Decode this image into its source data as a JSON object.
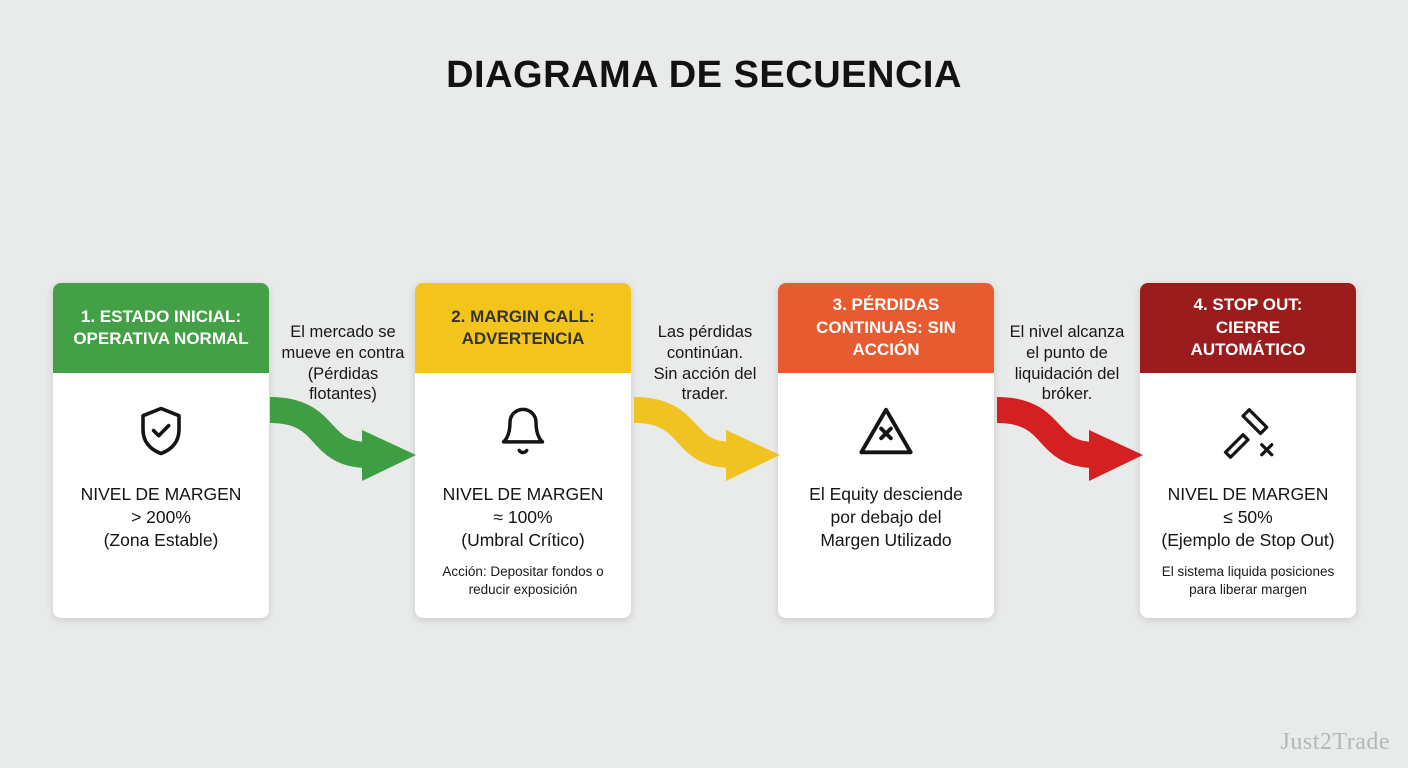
{
  "title": "DIAGRAMA DE SECUENCIA",
  "watermark": "Just2Trade",
  "colors": {
    "background": "#e9ebeb",
    "header_green": "#43a047",
    "header_yellow": "#f2c41c",
    "header_orange": "#e65c30",
    "header_darkred": "#9a1c1c",
    "arrow_green": "#3f9e44",
    "arrow_yellow": "#f0c322",
    "arrow_red": "#d42020",
    "card_background": "#ffffff",
    "text_dark": "#141414",
    "watermark_gray": "#b4b7b9"
  },
  "cards": [
    {
      "header": "1. ESTADO INICIAL:\nOPERATIVA NORMAL",
      "icon": "shield-check-icon",
      "body": "NIVEL DE MARGEN\n> 200%\n(Zona Estable)",
      "note": ""
    },
    {
      "header": "2. MARGIN CALL:\nADVERTENCIA",
      "icon": "bell-icon",
      "body": "NIVEL DE MARGEN\n≈ 100%\n(Umbral Crítico)",
      "note": "Acción: Depositar fondos o\nreducir exposición"
    },
    {
      "header": "3. PÉRDIDAS\nCONTINUAS: SIN\nACCIÓN",
      "icon": "warning-triangle-x-icon",
      "body": "El Equity desciende\npor debajo del\nMargen Utilizado",
      "note": ""
    },
    {
      "header": "4. STOP OUT:\nCIERRE\nAUTOMÁTICO",
      "icon": "gavel-x-icon",
      "body": "NIVEL DE MARGEN\n≤ 50%\n(Ejemplo de Stop Out)",
      "note": "El sistema liquida posiciones\npara liberar margen"
    }
  ],
  "connectors": [
    {
      "label": "El mercado se\nmueve en contra\n(Pérdidas\nflotantes)",
      "icon": "curved-arrow-icon"
    },
    {
      "label": "Las pérdidas\ncontinúan.\nSin acción del\ntrader.",
      "icon": "curved-arrow-icon"
    },
    {
      "label": "El nivel alcanza\nel punto de\nliquidación del\nbróker.",
      "icon": "curved-arrow-icon"
    }
  ]
}
